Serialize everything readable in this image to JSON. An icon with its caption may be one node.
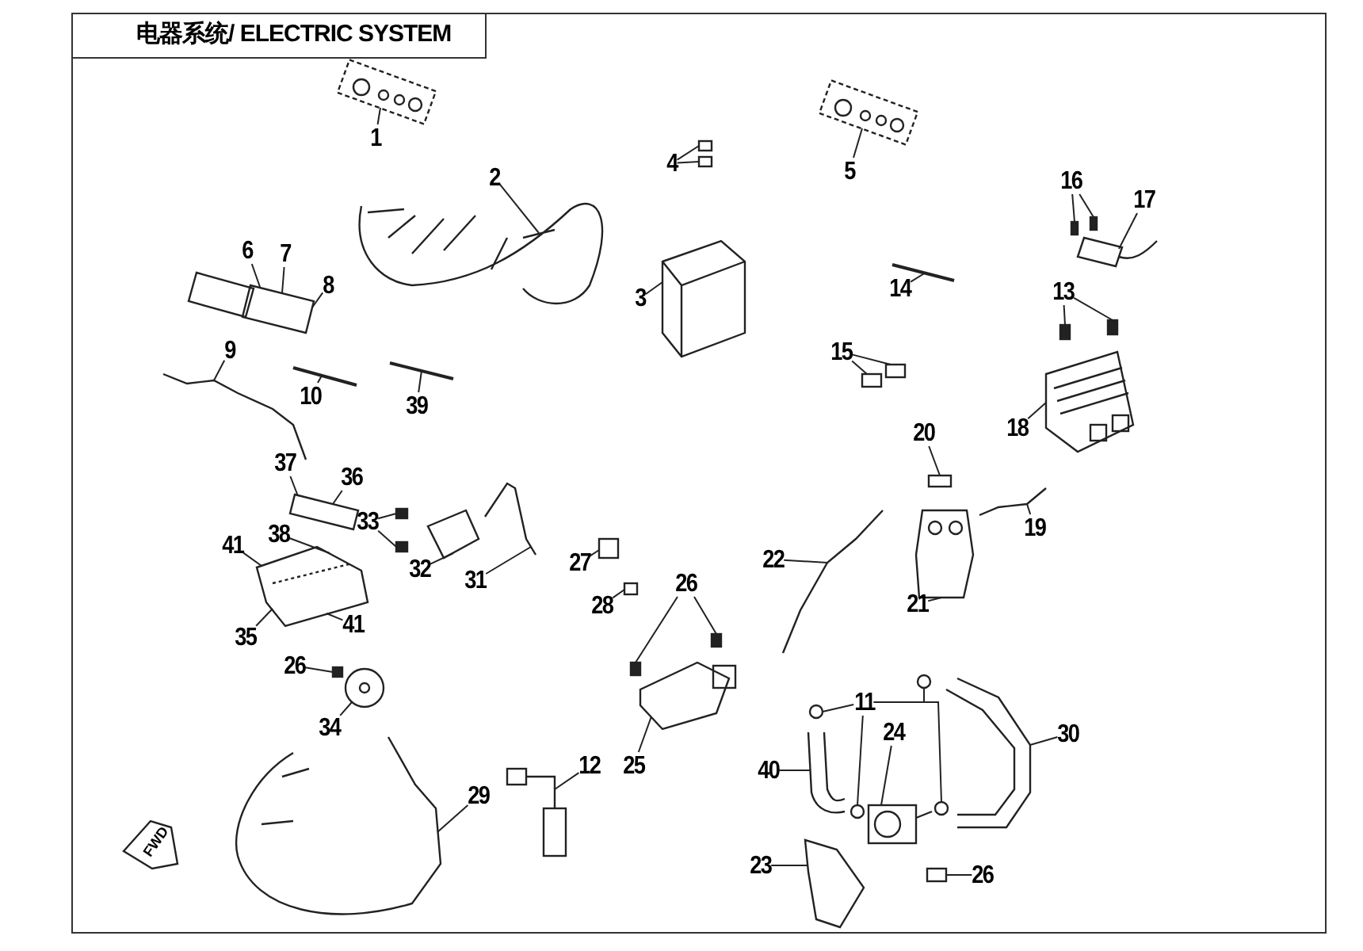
{
  "diagram": {
    "title": "电器系统/ ELECTRIC SYSTEM",
    "nodes": [
      {
        "text": [
          "1"
        ]
      },
      {
        "text": [
          "2"
        ]
      },
      {
        "text": [
          "3"
        ]
      },
      {
        "text": [
          "4"
        ]
      },
      {
        "text": [
          "5"
        ]
      },
      {
        "text": [
          "6"
        ]
      },
      {
        "text": [
          "7"
        ]
      },
      {
        "text": [
          "8"
        ]
      },
      {
        "text": [
          "9"
        ]
      },
      {
        "text": [
          "10"
        ]
      },
      {
        "text": [
          "39"
        ]
      },
      {
        "text": [
          "14"
        ]
      },
      {
        "text": [
          "16"
        ]
      },
      {
        "text": [
          "17"
        ]
      },
      {
        "text": [
          "13"
        ]
      },
      {
        "text": [
          "15"
        ]
      },
      {
        "text": [
          "18"
        ]
      },
      {
        "text": [
          "20"
        ]
      },
      {
        "text": [
          "19"
        ]
      },
      {
        "text": [
          "22"
        ]
      },
      {
        "text": [
          "21"
        ]
      },
      {
        "text": [
          "37"
        ]
      },
      {
        "text": [
          "36"
        ]
      },
      {
        "text": [
          "33"
        ]
      },
      {
        "text": [
          "38"
        ]
      },
      {
        "text": [
          "41"
        ]
      },
      {
        "text": [
          "41"
        ]
      },
      {
        "text": [
          "35"
        ]
      },
      {
        "text": [
          "32"
        ]
      },
      {
        "text": [
          "31"
        ]
      },
      {
        "text": [
          "27"
        ]
      },
      {
        "text": [
          "28"
        ]
      },
      {
        "text": [
          "26"
        ]
      },
      {
        "text": [
          "26"
        ]
      },
      {
        "text": [
          "34"
        ]
      },
      {
        "text": [
          "29"
        ]
      },
      {
        "text": [
          "12"
        ]
      },
      {
        "text": [
          "25"
        ]
      },
      {
        "text": [
          "11"
        ]
      },
      {
        "text": [
          "24"
        ]
      },
      {
        "text": [
          "30"
        ]
      },
      {
        "text": [
          "40"
        ]
      },
      {
        "text": [
          "23"
        ]
      },
      {
        "text": [
          "26"
        ]
      },
      {
        "text": [],
        "shape": "picture"
      },
      {
        "text": [],
        "shape": "picture"
      },
      {
        "text": [],
        "shape": "picture"
      },
      {
        "text": [],
        "shape": "box"
      },
      {
        "text": [],
        "shape": "box"
      },
      {
        "text": [],
        "shape": "picture"
      },
      {
        "text": [],
        "shape": "picture"
      },
      {
        "text": [],
        "shape": "picture"
      },
      {
        "text": [],
        "shape": "picture"
      },
      {
        "text": [],
        "shape": "picture"
      },
      {
        "text": [],
        "shape": "picture"
      },
      {
        "text": [],
        "shape": "picture"
      },
      {
        "text": [],
        "shape": "picture"
      },
      {
        "text": [],
        "shape": "box"
      },
      {
        "text": [],
        "shape": "box"
      },
      {
        "text": [],
        "shape": "box"
      },
      {
        "text": [],
        "shape": "box"
      },
      {
        "text": [],
        "shape": "box"
      },
      {
        "text": [],
        "shape": "picture"
      },
      {
        "text": [],
        "shape": "picture"
      },
      {
        "text": [],
        "shape": "picture"
      },
      {
        "text": [],
        "shape": "picture"
      },
      {
        "text": [],
        "shape": "picture"
      },
      {
        "text": [],
        "shape": "picture"
      },
      {
        "text": [],
        "shape": "box"
      },
      {
        "text": [],
        "shape": "box"
      },
      {
        "text": [],
        "shape": "picture"
      },
      {
        "text": [],
        "shape": "box"
      },
      {
        "text": [],
        "shape": "box"
      },
      {
        "text": [],
        "shape": "picture"
      },
      {
        "text": [],
        "shape": "box"
      },
      {
        "text": [],
        "shape": "box"
      },
      {
        "text": [],
        "shape": "picture"
      },
      {
        "text": [],
        "shape": "box"
      },
      {
        "text": [],
        "shape": "picture"
      },
      {
        "text": [],
        "shape": "picture"
      },
      {
        "text": [],
        "shape": "picture"
      },
      {
        "text": [],
        "shape": "circle"
      },
      {
        "text": [],
        "shape": "picture"
      },
      {
        "text": [],
        "shape": "circle"
      },
      {
        "text": [],
        "shape": "circle"
      },
      {
        "text": [],
        "shape": "circle"
      },
      {
        "text": [],
        "shape": "picture"
      },
      {
        "text": [],
        "shape": "picture"
      },
      {
        "text": [],
        "shape": "box"
      },
      {
        "text": [],
        "shape": "box"
      },
      {
        "text": [],
        "shape": "box"
      }
    ],
    "edges": [
      {
        "from": 0,
        "to": 44,
        "arrow": "none"
      },
      {
        "from": 1,
        "to": 45,
        "arrow": "none"
      },
      {
        "from": 2,
        "to": 46,
        "arrow": "none"
      },
      {
        "from": 3,
        "to": 47,
        "arrow": "none"
      },
      {
        "from": 3,
        "to": 48,
        "arrow": "none"
      },
      {
        "from": 4,
        "to": 49,
        "arrow": "none"
      },
      {
        "from": 5,
        "to": 50,
        "arrow": "none"
      },
      {
        "from": 6,
        "to": 50,
        "arrow": "none"
      },
      {
        "from": 7,
        "to": 50,
        "arrow": "none"
      },
      {
        "from": 8,
        "to": 51,
        "arrow": "none"
      },
      {
        "from": 9,
        "to": 52,
        "arrow": "none"
      },
      {
        "from": 10,
        "to": 53,
        "arrow": "none"
      },
      {
        "from": 11,
        "to": 54,
        "arrow": "none"
      },
      {
        "from": 12,
        "to": 89,
        "arrow": "none"
      },
      {
        "from": 12,
        "to": 90,
        "arrow": "none"
      },
      {
        "from": 13,
        "to": 55,
        "arrow": "none"
      },
      {
        "from": 14,
        "to": 57,
        "arrow": "none"
      },
      {
        "from": 14,
        "to": 58,
        "arrow": "none"
      },
      {
        "from": 15,
        "to": 59,
        "arrow": "none"
      },
      {
        "from": 15,
        "to": 60,
        "arrow": "none"
      },
      {
        "from": 16,
        "to": 56,
        "arrow": "none"
      },
      {
        "from": 17,
        "to": 61,
        "arrow": "none"
      },
      {
        "from": 18,
        "to": 63,
        "arrow": "none"
      },
      {
        "from": 19,
        "to": 64,
        "arrow": "none"
      },
      {
        "from": 20,
        "to": 62,
        "arrow": "none"
      },
      {
        "from": 21,
        "to": 65,
        "arrow": "none"
      },
      {
        "from": 22,
        "to": 65,
        "arrow": "none"
      },
      {
        "from": 23,
        "to": 68,
        "arrow": "none"
      },
      {
        "from": 23,
        "to": 69,
        "arrow": "none"
      },
      {
        "from": 24,
        "to": 66,
        "arrow": "none"
      },
      {
        "from": 25,
        "to": 66,
        "arrow": "none"
      },
      {
        "from": 26,
        "to": 66,
        "arrow": "none"
      },
      {
        "from": 27,
        "to": 66,
        "arrow": "none"
      },
      {
        "from": 28,
        "to": 67,
        "arrow": "none"
      },
      {
        "from": 29,
        "to": 70,
        "arrow": "none"
      },
      {
        "from": 30,
        "to": 71,
        "arrow": "none"
      },
      {
        "from": 31,
        "to": 72,
        "arrow": "none"
      },
      {
        "from": 32,
        "to": 74,
        "arrow": "none"
      },
      {
        "from": 32,
        "to": 75,
        "arrow": "none"
      },
      {
        "from": 33,
        "to": 77,
        "arrow": "none"
      },
      {
        "from": 34,
        "to": 76,
        "arrow": "none"
      },
      {
        "from": 35,
        "to": 78,
        "arrow": "none"
      },
      {
        "from": 36,
        "to": 79,
        "arrow": "none"
      },
      {
        "from": 37,
        "to": 73,
        "arrow": "none"
      },
      {
        "from": 38,
        "to": 81,
        "arrow": "none"
      },
      {
        "from": 38,
        "to": 83,
        "arrow": "none"
      },
      {
        "from": 38,
        "to": 84,
        "arrow": "none"
      },
      {
        "from": 38,
        "to": 85,
        "arrow": "none"
      },
      {
        "from": 39,
        "to": 80,
        "arrow": "none"
      },
      {
        "from": 40,
        "to": 86,
        "arrow": "none"
      },
      {
        "from": 41,
        "to": 82,
        "arrow": "none"
      },
      {
        "from": 42,
        "to": 87,
        "arrow": "none"
      },
      {
        "from": 43,
        "to": 88,
        "arrow": "none"
      }
    ],
    "labels": [
      "FWD"
    ]
  }
}
